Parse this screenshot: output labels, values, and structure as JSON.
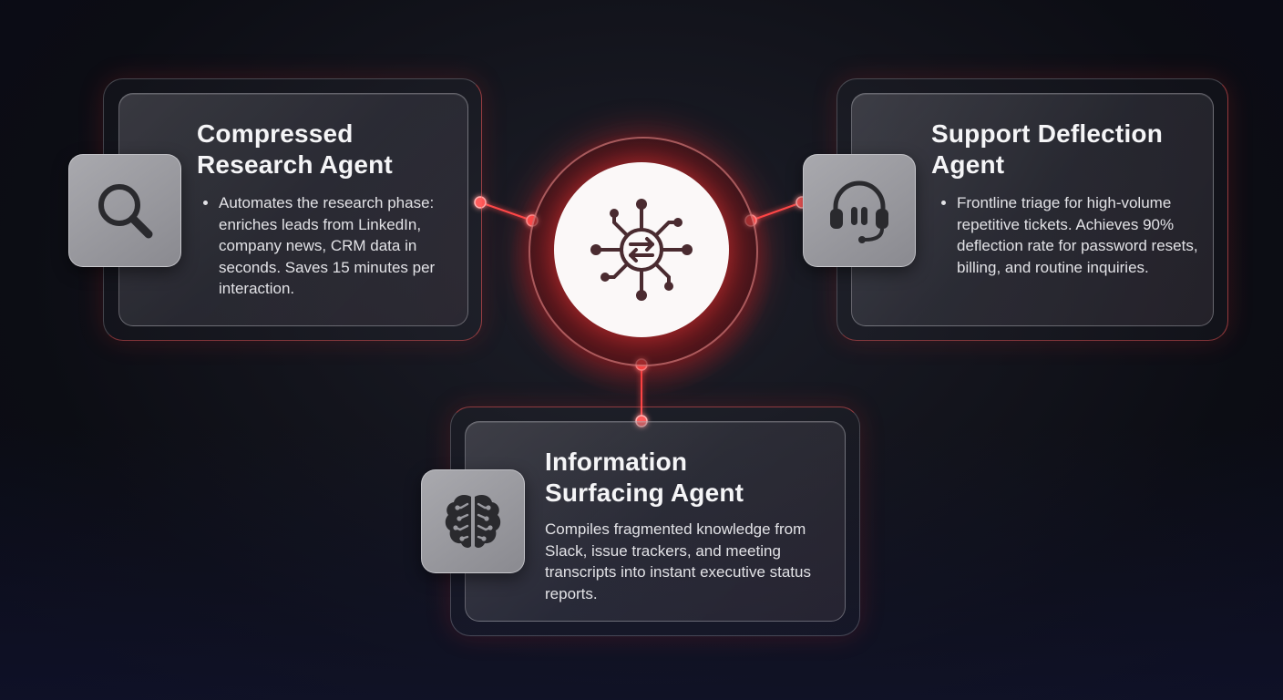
{
  "hub": {
    "icon": "network-exchange-icon"
  },
  "cards": {
    "research": {
      "title_line1": "Compressed",
      "title_line2": "Research Agent",
      "bullet": "Automates the research phase: enriches leads from LinkedIn, company news, CRM data in seconds. Saves 15 minutes per interaction.",
      "icon": "magnifying-glass-icon"
    },
    "support": {
      "title_line1": "Support Deflection",
      "title_line2": "Agent",
      "bullet": "Frontline triage for high-volume repetitive tickets. Achieves 90% deflection rate for password resets, billing, and routine inquiries.",
      "icon": "headset-icon"
    },
    "information": {
      "title_line1": "Information",
      "title_line2": "Surfacing Agent",
      "body": "Compiles fragmented knowledge from Slack, issue trackers, and meeting transcripts into instant executive status reports.",
      "icon": "brain-icon"
    }
  },
  "colors": {
    "accent": "#ff3b3b",
    "node": "#ff4a4a",
    "background": "#12131a"
  }
}
